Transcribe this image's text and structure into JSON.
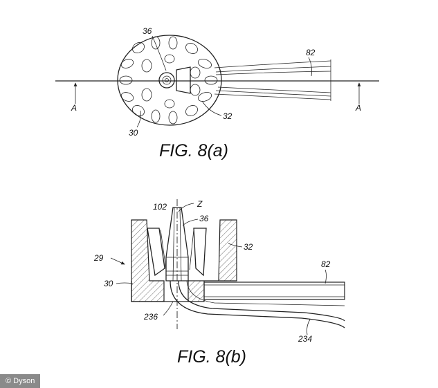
{
  "figure_a": {
    "caption": "FIG. 8(a)",
    "labels": {
      "l36": "36",
      "l82": "82",
      "l32": "32",
      "l30": "30",
      "a_left": "A",
      "a_right": "A"
    }
  },
  "figure_b": {
    "caption": "FIG. 8(b)",
    "labels": {
      "l102": "102",
      "lZ": "Z",
      "l36": "36",
      "l32": "32",
      "l29": "29",
      "l30": "30",
      "l82": "82",
      "l236": "236",
      "l234": "234"
    }
  },
  "credit": "© Dyson"
}
